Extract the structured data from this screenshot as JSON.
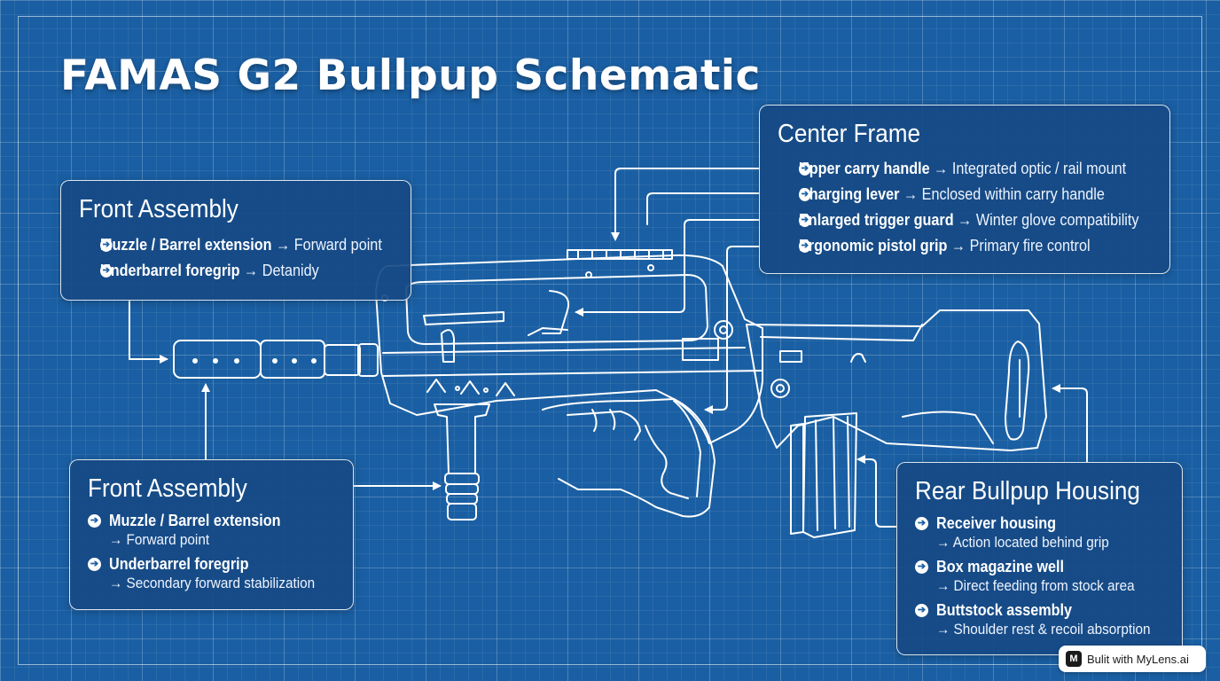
{
  "title": "FAMAS G2 Bullpup Schematic",
  "colors": {
    "background": "#1a5fa3",
    "line": "#ffffff",
    "panel": "#164a84"
  },
  "panels": {
    "front_top": {
      "heading": "Front Assembly",
      "items": [
        {
          "name": "Muzzle / Barrel extension",
          "desc": "→ Forward point"
        },
        {
          "name": "Underbarrel foregrip",
          "desc": "→ Detanidy"
        }
      ]
    },
    "front_bottom": {
      "heading": "Front Assembly",
      "items": [
        {
          "name": "Muzzle / Barrel extension",
          "desc": "→ Forward point"
        },
        {
          "name": "Underbarrel foregrip",
          "desc": "→ Secondary forward stabilization"
        }
      ]
    },
    "center": {
      "heading": "Center Frame",
      "items": [
        {
          "name": "Upper carry handle",
          "desc": "→ Integrated optic / rail mount"
        },
        {
          "name": "Charging lever",
          "desc": "→ Enclosed within carry handle"
        },
        {
          "name": "Enlarged trigger guard",
          "desc": "→ Winter glove compatibility"
        },
        {
          "name": "Ergonomic pistol grip",
          "desc": "→ Primary fire control"
        }
      ]
    },
    "rear": {
      "heading": "Rear Bullpup Housing",
      "items": [
        {
          "name": "Receiver housing",
          "desc": "→ Action located behind grip"
        },
        {
          "name": "Box magazine well",
          "desc": "→ Direct feeding from stock area"
        },
        {
          "name": "Buttstock assembly",
          "desc": "→ Shoulder rest & recoil absorption"
        }
      ]
    }
  },
  "badge": {
    "logo": "M",
    "text": "Bulit with MyLens.ai"
  }
}
